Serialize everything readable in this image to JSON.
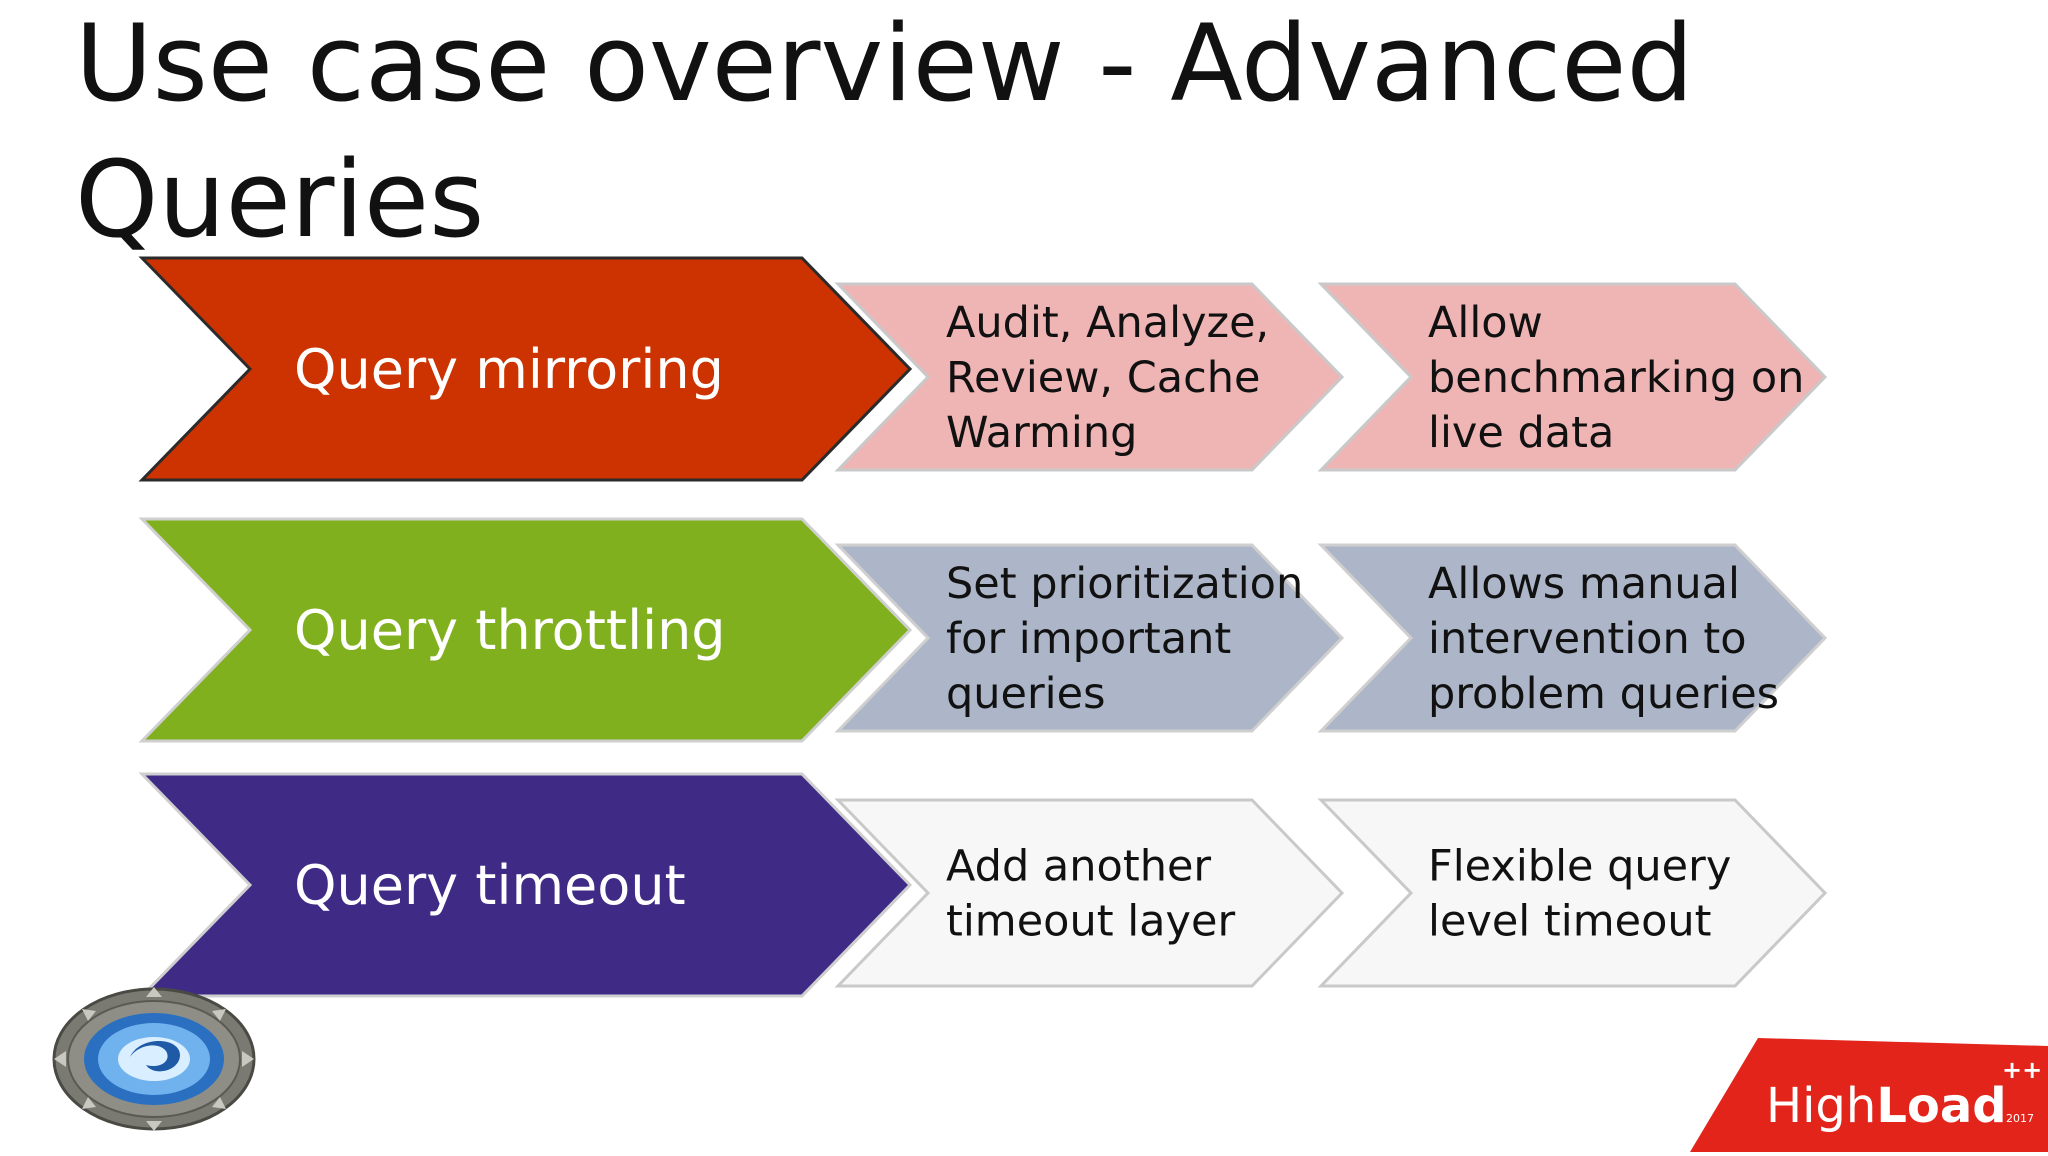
{
  "slide": {
    "title": "Use case overview - Advanced Queries"
  },
  "rows": [
    {
      "label": "Query mirroring",
      "lead_color": "#CC3300",
      "lead_border": "#2b2b2b",
      "detail_color": "#EFB5B5",
      "detail_border": "#c9c9c9",
      "details": [
        [
          "Audit, Analyze,",
          "Review, Cache",
          "Warming"
        ],
        [
          "Allow",
          "benchmarking on",
          "live data"
        ]
      ]
    },
    {
      "label": "Query throttling",
      "lead_color": "#80B01E",
      "lead_border": "#cfcfcf",
      "detail_color": "#ACB6C8",
      "detail_border": "#cfcfcf",
      "details": [
        [
          "Set prioritization",
          "for important",
          "queries"
        ],
        [
          "Allows manual",
          "intervention to",
          "problem queries"
        ]
      ]
    },
    {
      "label": "Query timeout",
      "lead_color": "#3F2B86",
      "lead_border": "#cfcfcf",
      "detail_color": "#F7F7F7",
      "detail_border": "#c9c9c9",
      "details": [
        [
          "Add another",
          "timeout layer"
        ],
        [
          "Flexible query",
          "level timeout"
        ]
      ]
    }
  ],
  "branding": {
    "gate_logo_icon": "stargate-icon",
    "conference_logo_light": "High",
    "conference_logo_bold": "Load",
    "conference_logo_sup": "++",
    "conference_logo_year": "2017",
    "conference_color": "#E3241B"
  }
}
